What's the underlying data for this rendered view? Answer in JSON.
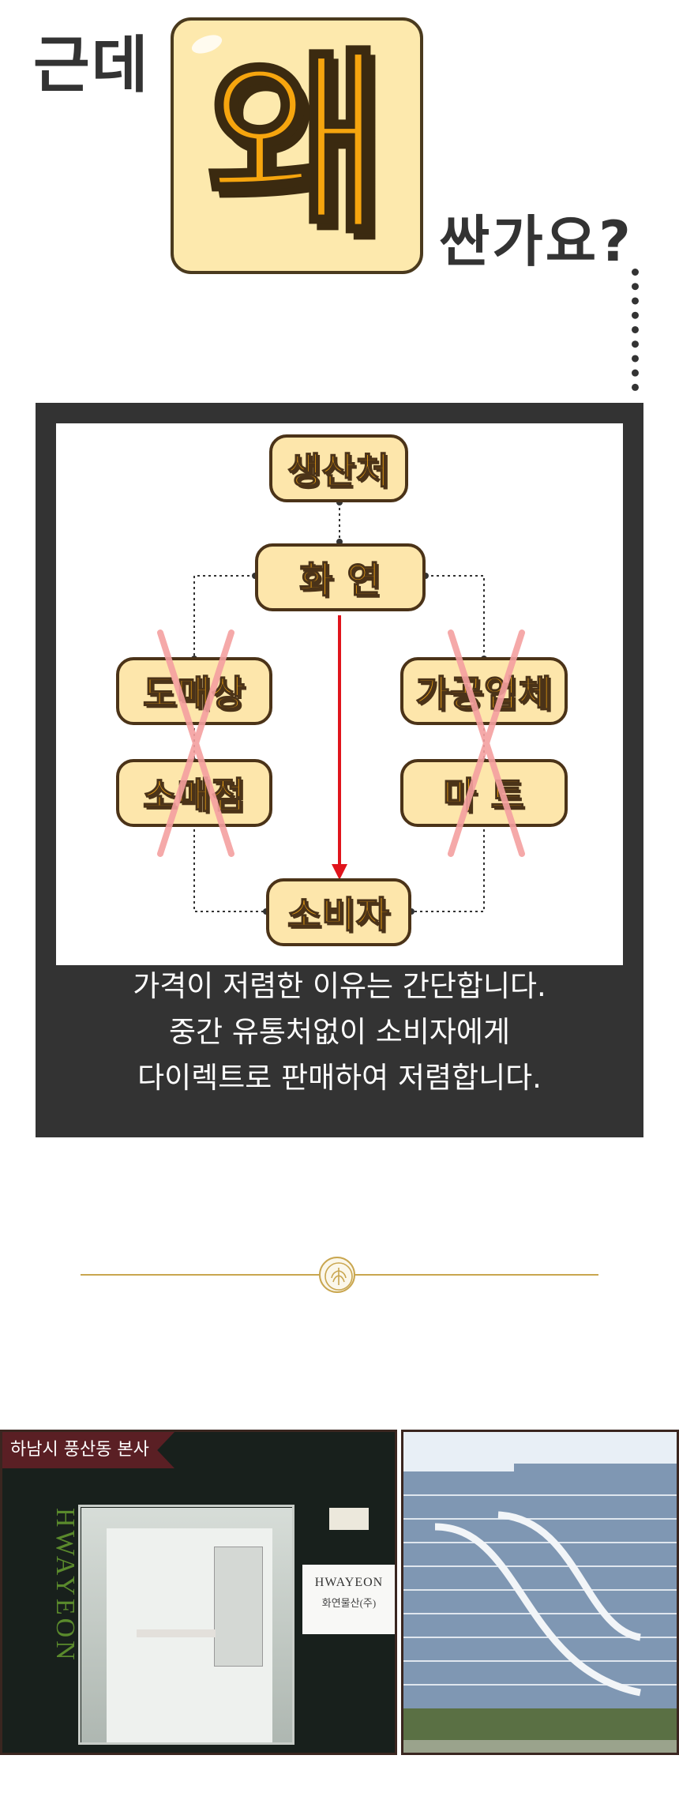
{
  "header": {
    "prefix": "근데",
    "emphasis": "왜",
    "suffix": "싼가요?"
  },
  "diagram": {
    "nodes": {
      "producer": "생산처",
      "company": "화 연",
      "wholesaler": "도매상",
      "retailer": "소매점",
      "processor": "가공업체",
      "mart": "마 트",
      "consumer": "소비자"
    },
    "crossed_out": [
      "도매상",
      "소매점",
      "가공업체",
      "마 트"
    ],
    "colors": {
      "node_fill": "#fde6ab",
      "node_text": "#f5a612",
      "node_outline": "#4b3318",
      "arrow": "#e0141c",
      "cross": "#f5a0a0"
    }
  },
  "caption": {
    "line1": "가격이 저렴한 이유는 간단합니다.",
    "line2": "중간 유통처없이 소비자에게",
    "line3": "다이렉트로 판매하여 저렴합니다."
  },
  "photos": {
    "left": {
      "ribbon": "하남시 풍산동 본사",
      "wall_logo": "HWAYEON",
      "sign_brand": "HWAYEON",
      "sign_company": "화연물산(주)"
    }
  }
}
